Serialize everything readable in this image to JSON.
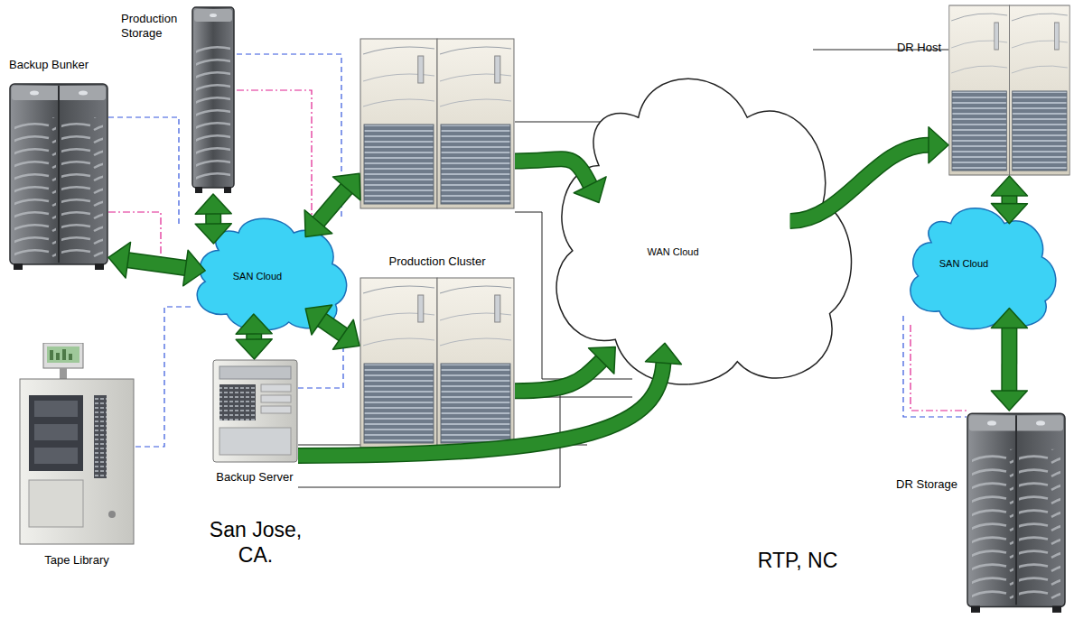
{
  "diagram": {
    "nodes": [
      {
        "text": [
          "Backup Bunker"
        ]
      },
      {
        "text": [
          "Production Storage"
        ]
      },
      {
        "text": [
          "SAN Cloud"
        ]
      },
      {
        "text": [
          "Production Cluster"
        ]
      },
      {
        "text": [
          "Tape Library"
        ]
      },
      {
        "text": [
          "Backup Server"
        ]
      },
      {
        "text": [
          "WAN Cloud"
        ]
      },
      {
        "text": [
          "DR Host"
        ]
      },
      {
        "text": [
          "SAN Cloud"
        ]
      },
      {
        "text": [
          "DR Storage"
        ]
      }
    ],
    "edges": [
      {
        "from": 2,
        "to": 0,
        "arrow": "both"
      },
      {
        "from": 2,
        "to": 1,
        "arrow": "both"
      },
      {
        "from": 2,
        "to": 3,
        "arrow": "both"
      },
      {
        "from": 2,
        "to": 3,
        "arrow": "both"
      },
      {
        "from": 2,
        "to": 5,
        "arrow": "both"
      },
      {
        "from": 3,
        "to": 6,
        "arrow": "to"
      },
      {
        "from": 3,
        "to": 6,
        "arrow": "to"
      },
      {
        "from": 5,
        "to": 6,
        "arrow": "to"
      },
      {
        "from": 6,
        "to": 7,
        "arrow": "to"
      },
      {
        "from": 7,
        "to": 8,
        "arrow": "both"
      },
      {
        "from": 8,
        "to": 9,
        "arrow": "both"
      }
    ],
    "labels": [
      "San Jose, CA.",
      "RTP, NC"
    ]
  }
}
